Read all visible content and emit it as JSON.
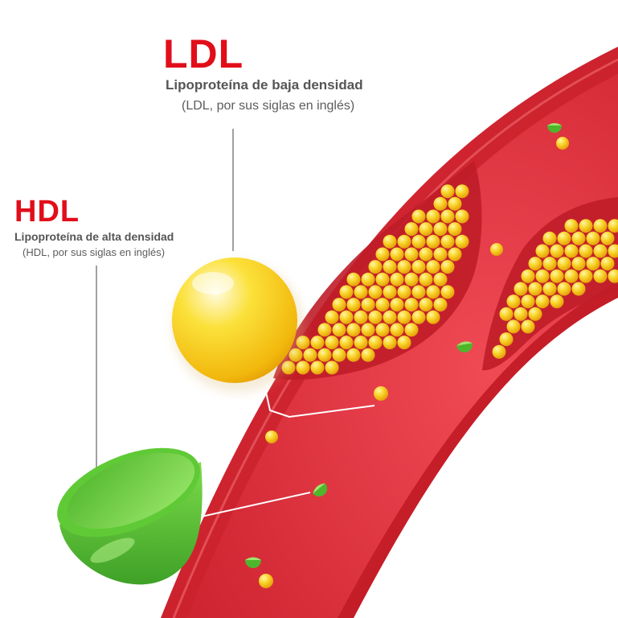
{
  "ldl": {
    "title": "LDL",
    "name": "Lipoproteína de baja densidad",
    "note": "(LDL, por sus siglas en inglés)"
  },
  "hdl": {
    "title": "HDL",
    "name": "Lipoproteína de alta densidad",
    "note": "(HDL, por sus siglas en inglés)"
  },
  "colors": {
    "label_red": "#e10e1a",
    "vessel_red": "#d32a36",
    "ldl_yellow": "#f6c418",
    "hdl_green": "#5cc63a"
  }
}
